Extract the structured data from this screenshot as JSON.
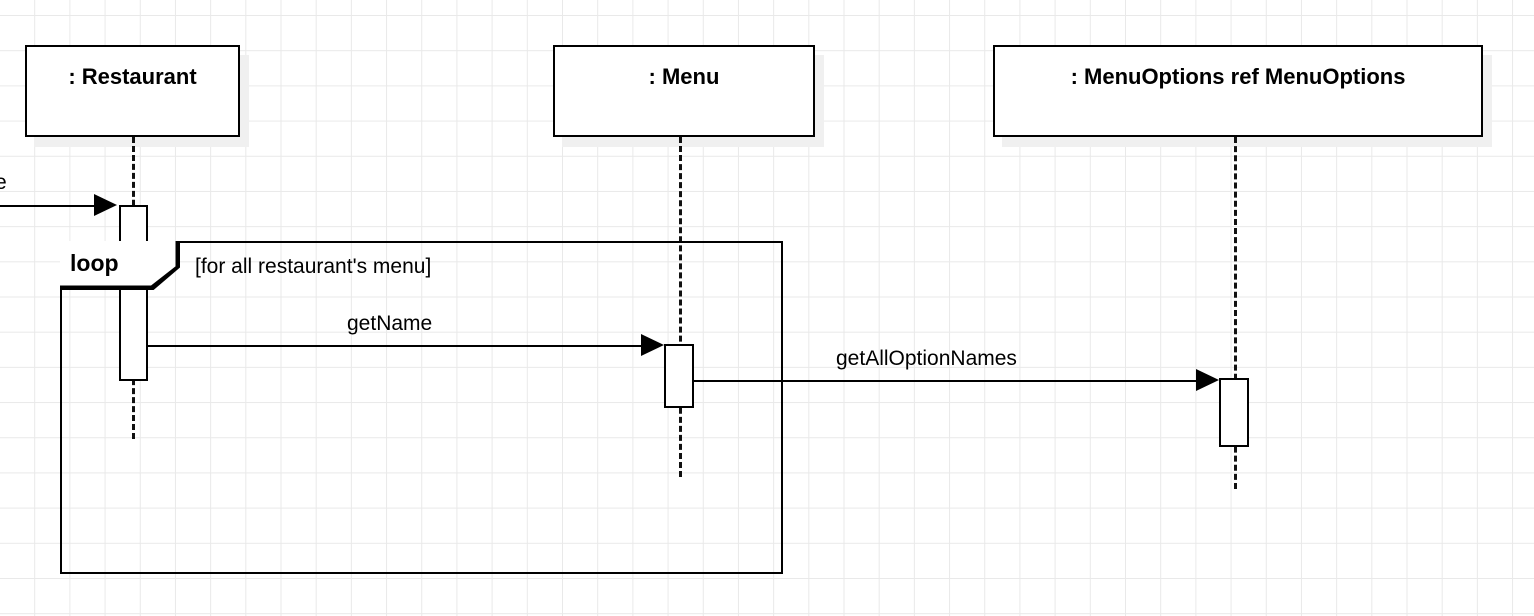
{
  "diagram": {
    "type": "uml-sequence-diagram",
    "background": "#ffffff",
    "grid_color": "#e9e9e9",
    "line_color": "#000000",
    "shadow_color": "#f0f0f0"
  },
  "participants": [
    {
      "id": "restaurant",
      "label": ": Restaurant"
    },
    {
      "id": "menu",
      "label": ": Menu"
    },
    {
      "id": "menuoptions",
      "label": ": MenuOptions ref MenuOptions"
    }
  ],
  "fragment": {
    "operator": "loop",
    "guard": "[for all restaurant's menu]"
  },
  "messages": [
    {
      "id": "incoming",
      "label": "e",
      "from": "(offscreen)",
      "to": "restaurant",
      "arrow": "solid-filled",
      "clipped": true
    },
    {
      "id": "get-name",
      "label": "getName",
      "from": "restaurant",
      "to": "menu",
      "arrow": "solid-filled",
      "clipped": false
    },
    {
      "id": "get-all-option-names",
      "label": "getAllOptionNames",
      "from": "menu",
      "to": "menuoptions",
      "arrow": "solid-filled",
      "clipped": false
    }
  ]
}
